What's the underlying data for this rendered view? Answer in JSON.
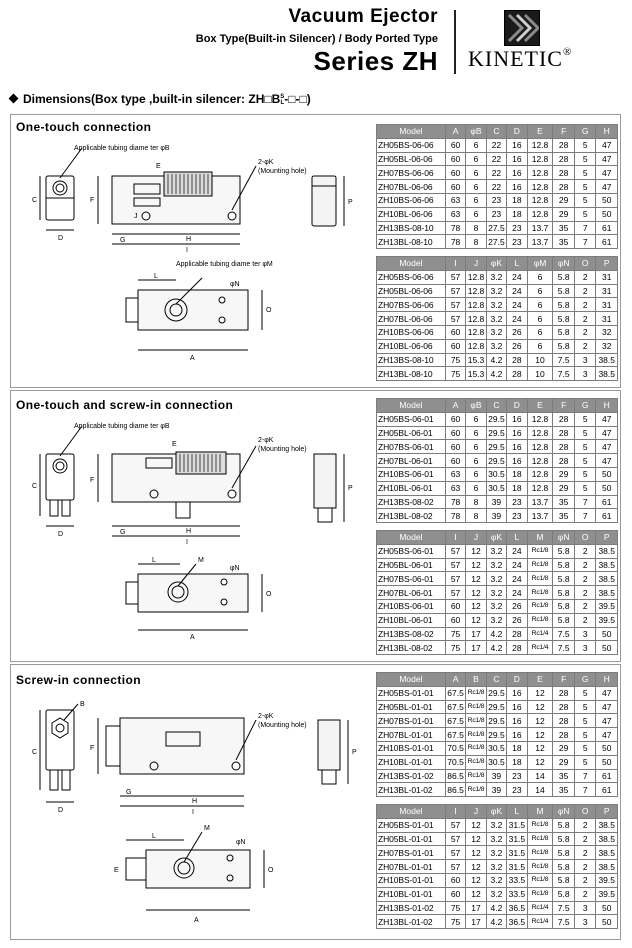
{
  "header": {
    "title": "Vacuum Ejector",
    "subtitle": "Box Type(Built-in Silencer) / Body Ported Type",
    "series": "Series ZH",
    "brand": "KINETIC",
    "registered": "®"
  },
  "dimensions_title": "Dimensions(Box type ,built-in silencer: ZH□B",
  "dimensions_suffix": "-□-□)",
  "sup_s": "S",
  "sub_l": "L",
  "labels": {
    "tubing_b": "Applicable tubing diame ter φB",
    "tubing_m": "Applicable tubing diame ter φM",
    "k_holes": "2-φK",
    "mounting": "(Mounting hole)",
    "dim_C": "C",
    "dim_D": "D",
    "dim_E": "E",
    "dim_F": "F",
    "dim_G": "G",
    "dim_H": "H",
    "dim_I": "I",
    "dim_J": "J",
    "dim_P": "P",
    "dim_L": "L",
    "dim_N": "φN",
    "dim_O": "O",
    "dim_A": "A",
    "dim_M": "M",
    "dim_B": "B"
  },
  "sections": [
    {
      "title": "One-touch connection",
      "table1": {
        "headers": [
          "Model",
          "A",
          "φB",
          "C",
          "D",
          "E",
          "F",
          "G",
          "H"
        ],
        "rows": [
          [
            "ZH05BS-06-06",
            "60",
            "6",
            "22",
            "16",
            "12.8",
            "28",
            "5",
            "47"
          ],
          [
            "ZH05BL-06-06",
            "60",
            "6",
            "22",
            "16",
            "12.8",
            "28",
            "5",
            "47"
          ],
          [
            "ZH07BS-06-06",
            "60",
            "6",
            "22",
            "16",
            "12.8",
            "28",
            "5",
            "47"
          ],
          [
            "ZH07BL-06-06",
            "60",
            "6",
            "22",
            "16",
            "12.8",
            "28",
            "5",
            "47"
          ],
          [
            "ZH10BS-06-06",
            "63",
            "6",
            "23",
            "18",
            "12.8",
            "29",
            "5",
            "50"
          ],
          [
            "ZH10BL-06-06",
            "63",
            "6",
            "23",
            "18",
            "12.8",
            "29",
            "5",
            "50"
          ],
          [
            "ZH13BS-08-10",
            "78",
            "8",
            "27.5",
            "23",
            "13.7",
            "35",
            "7",
            "61"
          ],
          [
            "ZH13BL-08-10",
            "78",
            "8",
            "27.5",
            "23",
            "13.7",
            "35",
            "7",
            "61"
          ]
        ]
      },
      "table2": {
        "headers": [
          "Model",
          "I",
          "J",
          "φK",
          "L",
          "φM",
          "φN",
          "O",
          "P"
        ],
        "rows": [
          [
            "ZH05BS-06-06",
            "57",
            "12.8",
            "3.2",
            "24",
            "6",
            "5.8",
            "2",
            "31"
          ],
          [
            "ZH05BL-06-06",
            "57",
            "12.8",
            "3.2",
            "24",
            "6",
            "5.8",
            "2",
            "31"
          ],
          [
            "ZH07BS-06-06",
            "57",
            "12.8",
            "3.2",
            "24",
            "6",
            "5.8",
            "2",
            "31"
          ],
          [
            "ZH07BL-06-06",
            "57",
            "12.8",
            "3.2",
            "24",
            "6",
            "5.8",
            "2",
            "31"
          ],
          [
            "ZH10BS-06-06",
            "60",
            "12.8",
            "3.2",
            "26",
            "6",
            "5.8",
            "2",
            "32"
          ],
          [
            "ZH10BL-06-06",
            "60",
            "12.8",
            "3.2",
            "26",
            "6",
            "5.8",
            "2",
            "32"
          ],
          [
            "ZH13BS-08-10",
            "75",
            "15.3",
            "4.2",
            "28",
            "10",
            "7.5",
            "3",
            "38.5"
          ],
          [
            "ZH13BL-08-10",
            "75",
            "15.3",
            "4.2",
            "28",
            "10",
            "7.5",
            "3",
            "38.5"
          ]
        ]
      }
    },
    {
      "title": "One-touch and screw-in connection",
      "table1": {
        "headers": [
          "Model",
          "A",
          "φB",
          "C",
          "D",
          "E",
          "F",
          "G",
          "H"
        ],
        "rows": [
          [
            "ZH05BS-06-01",
            "60",
            "6",
            "29.5",
            "16",
            "12.8",
            "28",
            "5",
            "47"
          ],
          [
            "ZH05BL-06-01",
            "60",
            "6",
            "29.5",
            "16",
            "12.8",
            "28",
            "5",
            "47"
          ],
          [
            "ZH07BS-06-01",
            "60",
            "6",
            "29.5",
            "16",
            "12.8",
            "28",
            "5",
            "47"
          ],
          [
            "ZH07BL-06-01",
            "60",
            "6",
            "29.5",
            "16",
            "12.8",
            "28",
            "5",
            "47"
          ],
          [
            "ZH10BS-06-01",
            "63",
            "6",
            "30.5",
            "18",
            "12.8",
            "29",
            "5",
            "50"
          ],
          [
            "ZH10BL-06-01",
            "63",
            "6",
            "30.5",
            "18",
            "12.8",
            "29",
            "5",
            "50"
          ],
          [
            "ZH13BS-08-02",
            "78",
            "8",
            "39",
            "23",
            "13.7",
            "35",
            "7",
            "61"
          ],
          [
            "ZH13BL-08-02",
            "78",
            "8",
            "39",
            "23",
            "13.7",
            "35",
            "7",
            "61"
          ]
        ]
      },
      "table2": {
        "headers": [
          "Model",
          "I",
          "J",
          "φK",
          "L",
          "M",
          "φN",
          "O",
          "P"
        ],
        "rows": [
          [
            "ZH05BS-06-01",
            "57",
            "12",
            "3.2",
            "24",
            "Rc1/8",
            "5.8",
            "2",
            "38.5"
          ],
          [
            "ZH05BL-06-01",
            "57",
            "12",
            "3.2",
            "24",
            "Rc1/8",
            "5.8",
            "2",
            "38.5"
          ],
          [
            "ZH07BS-06-01",
            "57",
            "12",
            "3.2",
            "24",
            "Rc1/8",
            "5.8",
            "2",
            "38.5"
          ],
          [
            "ZH07BL-06-01",
            "57",
            "12",
            "3.2",
            "24",
            "Rc1/8",
            "5.8",
            "2",
            "38.5"
          ],
          [
            "ZH10BS-06-01",
            "60",
            "12",
            "3.2",
            "26",
            "Rc1/8",
            "5.8",
            "2",
            "39.5"
          ],
          [
            "ZH10BL-06-01",
            "60",
            "12",
            "3.2",
            "26",
            "Rc1/8",
            "5.8",
            "2",
            "39.5"
          ],
          [
            "ZH13BS-08-02",
            "75",
            "17",
            "4.2",
            "28",
            "Rc1/4",
            "7.5",
            "3",
            "50"
          ],
          [
            "ZH13BL-08-02",
            "75",
            "17",
            "4.2",
            "28",
            "Rc1/4",
            "7.5",
            "3",
            "50"
          ]
        ]
      }
    },
    {
      "title": "Screw-in connection",
      "table1": {
        "headers": [
          "Model",
          "A",
          "B",
          "C",
          "D",
          "E",
          "F",
          "G",
          "H"
        ],
        "rows": [
          [
            "ZH05BS-01-01",
            "67.5",
            "Rc1/8",
            "29.5",
            "16",
            "12",
            "28",
            "5",
            "47"
          ],
          [
            "ZH05BL-01-01",
            "67.5",
            "Rc1/8",
            "29.5",
            "16",
            "12",
            "28",
            "5",
            "47"
          ],
          [
            "ZH07BS-01-01",
            "67.5",
            "Rc1/8",
            "29.5",
            "16",
            "12",
            "28",
            "5",
            "47"
          ],
          [
            "ZH07BL-01-01",
            "67.5",
            "Rc1/8",
            "29.5",
            "16",
            "12",
            "28",
            "5",
            "47"
          ],
          [
            "ZH10BS-01-01",
            "70.5",
            "Rc1/8",
            "30.5",
            "18",
            "12",
            "29",
            "5",
            "50"
          ],
          [
            "ZH10BL-01-01",
            "70.5",
            "Rc1/8",
            "30.5",
            "18",
            "12",
            "29",
            "5",
            "50"
          ],
          [
            "ZH13BS-01-02",
            "86.5",
            "Rc1/8",
            "39",
            "23",
            "14",
            "35",
            "7",
            "61"
          ],
          [
            "ZH13BL-01-02",
            "86.5",
            "Rc1/8",
            "39",
            "23",
            "14",
            "35",
            "7",
            "61"
          ]
        ]
      },
      "table2": {
        "headers": [
          "Model",
          "I",
          "J",
          "φK",
          "L",
          "M",
          "φN",
          "O",
          "P"
        ],
        "rows": [
          [
            "ZH05BS-01-01",
            "57",
            "12",
            "3.2",
            "31.5",
            "Rc1/8",
            "5.8",
            "2",
            "38.5"
          ],
          [
            "ZH05BL-01-01",
            "57",
            "12",
            "3.2",
            "31.5",
            "Rc1/8",
            "5.8",
            "2",
            "38.5"
          ],
          [
            "ZH07BS-01-01",
            "57",
            "12",
            "3.2",
            "31.5",
            "Rc1/8",
            "5.8",
            "2",
            "38.5"
          ],
          [
            "ZH07BL-01-01",
            "57",
            "12",
            "3.2",
            "31.5",
            "Rc1/8",
            "5.8",
            "2",
            "38.5"
          ],
          [
            "ZH10BS-01-01",
            "60",
            "12",
            "3.2",
            "33.5",
            "Rc1/8",
            "5.8",
            "2",
            "39.5"
          ],
          [
            "ZH10BL-01-01",
            "60",
            "12",
            "3.2",
            "33.5",
            "Rc1/8",
            "5.8",
            "2",
            "39.5"
          ],
          [
            "ZH13BS-01-02",
            "75",
            "17",
            "4.2",
            "36.5",
            "Rc1/4",
            "7.5",
            "3",
            "50"
          ],
          [
            "ZH13BL-01-02",
            "75",
            "17",
            "4.2",
            "36.5",
            "Rc1/4",
            "7.5",
            "3",
            "50"
          ]
        ]
      }
    }
  ]
}
